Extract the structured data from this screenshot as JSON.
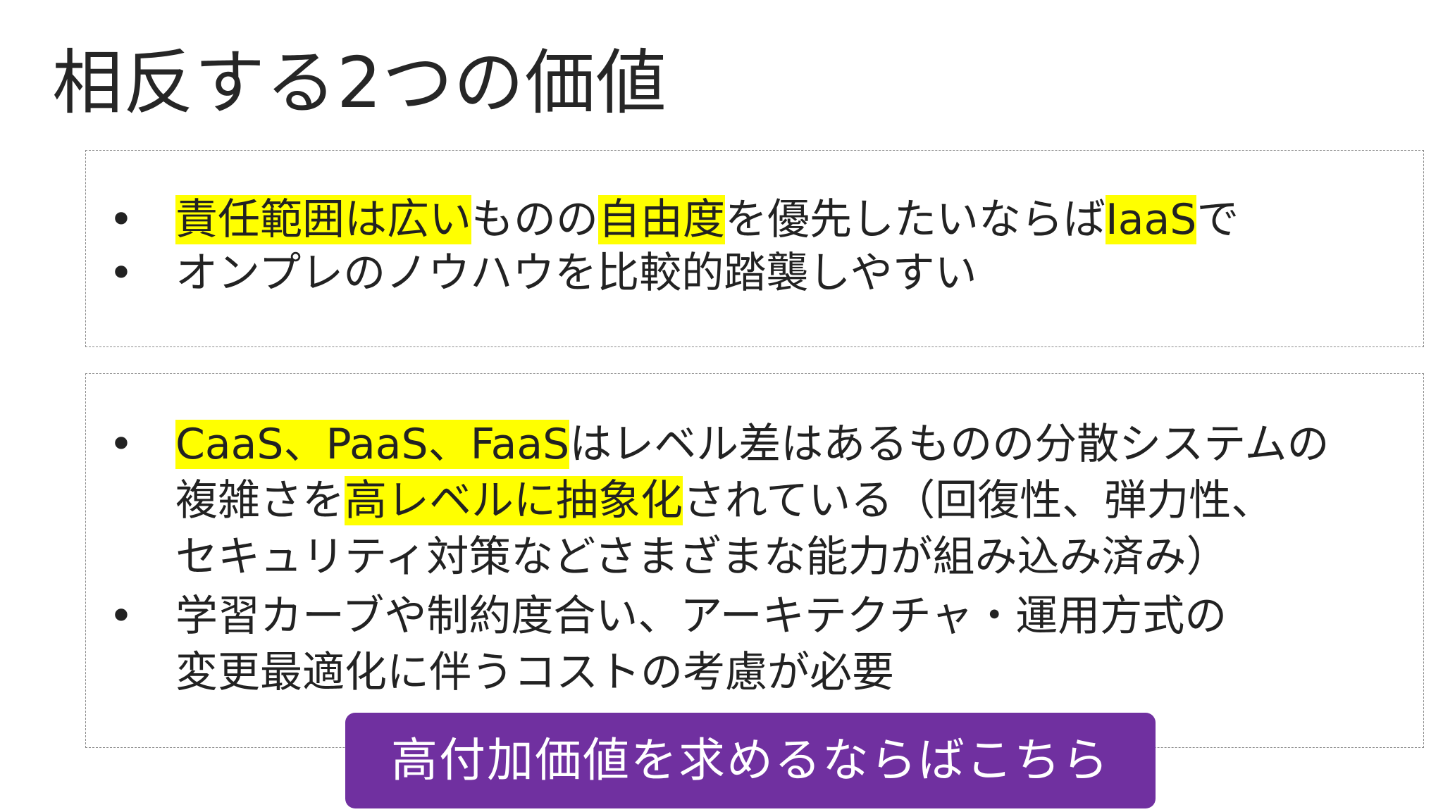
{
  "slide": {
    "title": "相反する2つの価値"
  },
  "box1": {
    "items": [
      {
        "segments": [
          {
            "text": "責任範囲は広い",
            "highlight": true
          },
          {
            "text": "ものの",
            "highlight": false
          },
          {
            "text": "自由度",
            "highlight": true
          },
          {
            "text": "を優先したいならば",
            "highlight": false
          },
          {
            "text": "IaaS",
            "highlight": true
          },
          {
            "text": "で",
            "highlight": false
          }
        ]
      },
      {
        "segments": [
          {
            "text": "オンプレのノウハウを比較的踏襲しやすい",
            "highlight": false
          }
        ]
      }
    ]
  },
  "box2": {
    "items": [
      {
        "lines": [
          [
            {
              "text": "CaaS、PaaS、FaaS",
              "highlight": true
            },
            {
              "text": "はレベル差はあるものの分散システムの",
              "highlight": false
            }
          ],
          [
            {
              "text": "複雑さを",
              "highlight": false
            },
            {
              "text": "高レベルに抽象化",
              "highlight": true
            },
            {
              "text": "されている（回復性、弾力性、",
              "highlight": false
            }
          ],
          [
            {
              "text": "セキュリティ対策などさまざまな能力が組み込み済み）",
              "highlight": false
            }
          ]
        ]
      },
      {
        "lines": [
          [
            {
              "text": "学習カーブや制約度合い、アーキテクチャ・運用方式の",
              "highlight": false
            }
          ],
          [
            {
              "text": "変更最適化に伴うコストの考慮が必要",
              "highlight": false
            }
          ]
        ]
      }
    ]
  },
  "cta": {
    "label": "高付加価値を求めるならばこちら"
  },
  "colors": {
    "highlight": "#ffff00",
    "cta_background": "#7030a0",
    "cta_text": "#ffffff"
  }
}
